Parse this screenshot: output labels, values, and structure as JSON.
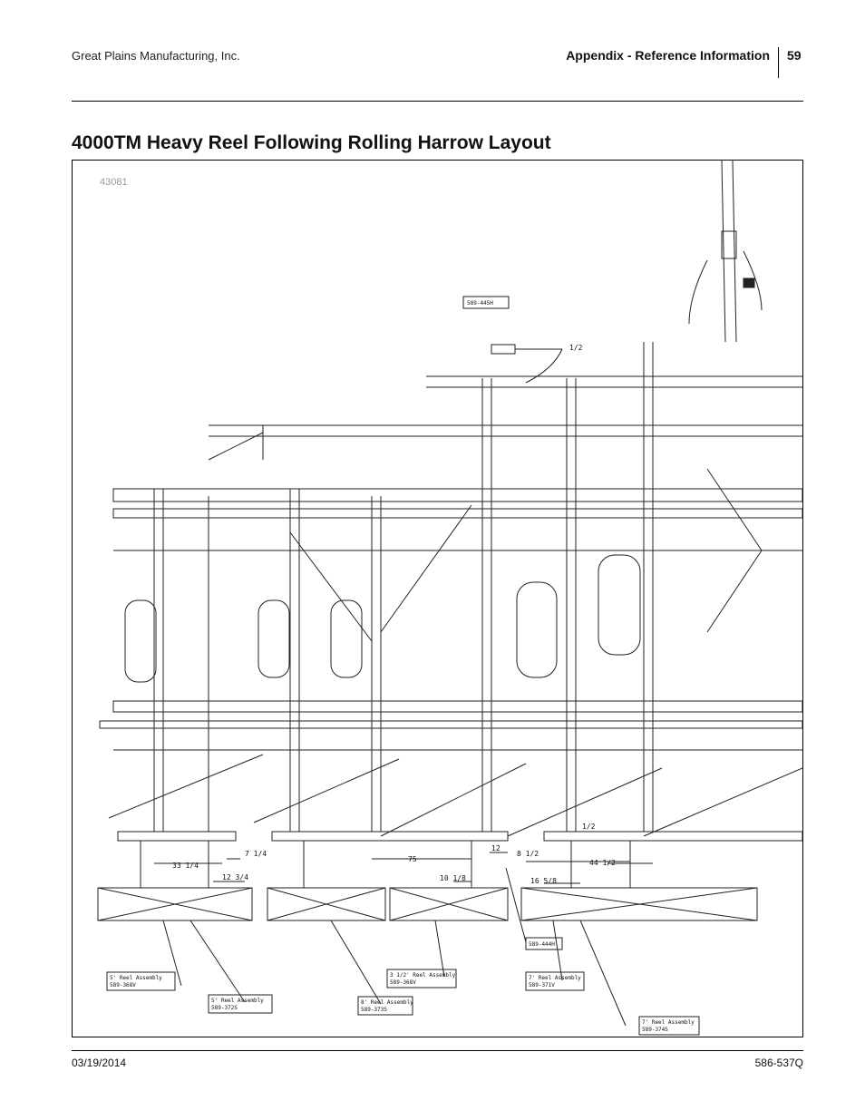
{
  "header": {
    "company": "Great Plains Manufacturing, Inc.",
    "section": "Appendix - Reference Information",
    "page_number": "59"
  },
  "title": "4000TM Heavy Reel Following Rolling Harrow Layout",
  "figure": {
    "id": "43081",
    "dimensions": [
      "1/2",
      "33 1/4",
      "7 1/4",
      "12 3/4",
      "75",
      "12",
      "10 1/8",
      "8 1/2",
      "44 1/2",
      "16 5/8",
      "1/2"
    ],
    "part_labels": [
      "589-445H",
      "589-444H"
    ],
    "callouts": [
      {
        "title": "5' Reel Assembly",
        "part": "589-368V"
      },
      {
        "title": "5' Reel Assembly",
        "part": "589-372S"
      },
      {
        "title": "8' Reel Assembly",
        "part": "589-373S"
      },
      {
        "title": "3 1/2' Reel Assembly",
        "part": "589-368V"
      },
      {
        "title": "7' Reel Assembly",
        "part": "589-371V"
      },
      {
        "title": "7' Reel Assembly",
        "part": "589-374S"
      }
    ]
  },
  "footer": {
    "date": "03/19/2014",
    "doc_number": "586-537Q"
  }
}
